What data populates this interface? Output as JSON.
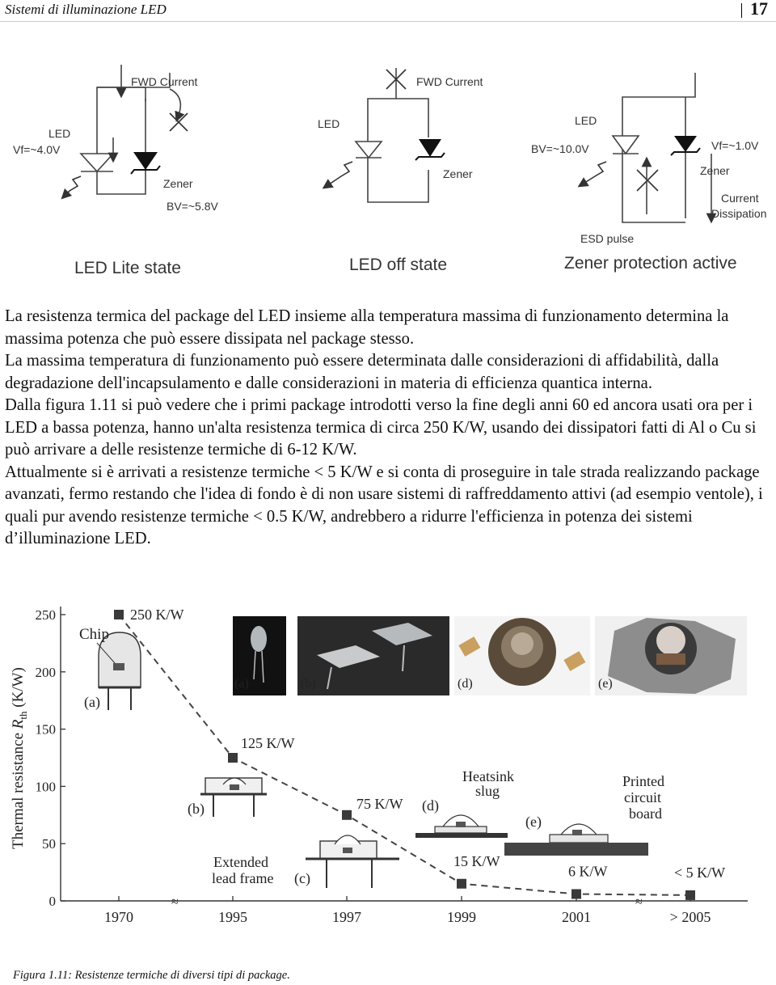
{
  "header": {
    "running_title": "Sistemi di illuminazione LED",
    "page_number": "17"
  },
  "circuit_figure": {
    "panels": [
      {
        "state_label": "LED Lite state",
        "led_label": "LED",
        "led_vf": "Vf=~4.0V",
        "current_label": "FWD Current",
        "zener_label": "Zener",
        "zener_bv": "BV=~5.8V"
      },
      {
        "state_label": "LED off state",
        "led_label": "LED",
        "current_label": "FWD Current",
        "zener_label": "Zener"
      },
      {
        "state_label": "Zener protection active",
        "led_label": "LED",
        "led_bv": "BV=~10.0V",
        "zener_vf": "Vf=~1.0V",
        "zener_label": "Zener",
        "current_label_1": "Current",
        "current_label_2": "Dissipation",
        "esd_label": "ESD pulse"
      }
    ]
  },
  "paragraphs": [
    "La resistenza termica del package del LED insieme alla temperatura massima di funzionamento determina la massima potenza che può essere dissipata nel package stesso.",
    "La massima temperatura di funzionamento può essere determinata dalle considerazioni di affidabilità, dalla degradazione dell'incapsulamento e dalle considerazioni in materia di efficienza quantica interna.",
    "Dalla figura 1.11 si può vedere che i primi package introdotti verso la fine degli anni 60 ed ancora usati ora per i LED a bassa potenza, hanno un'alta resistenza termica di circa 250 K/W, usando dei dissipatori fatti di Al o Cu si può arrivare a delle resistenze termiche di 6-12 K/W.",
    "Attualmente si è arrivati a resistenze termiche < 5 K/W e si conta di proseguire in tale strada realizzando package avanzati, fermo restando che l'idea di fondo è di non usare sistemi di raffreddamento attivi (ad esempio ventole), i quali pur avendo resistenze termiche < 0.5 K/W, andrebbero a ridurre l'efficienza in potenza dei sistemi d’illuminazione LED."
  ],
  "chart_data": {
    "type": "line",
    "ylabel_prefix": "Thermal resistance",
    "ylabel_symbol": "R",
    "ylabel_subscript": "th",
    "ylabel_unit": "(K/W)",
    "ylim": [
      0,
      250
    ],
    "yticks": [
      "0",
      "50",
      "100",
      "150",
      "200",
      "250"
    ],
    "categories": [
      "1970",
      "1995",
      "1997",
      "1999",
      "2001",
      "> 2005"
    ],
    "values": [
      250,
      125,
      75,
      15,
      6,
      5
    ],
    "point_labels": [
      "250 K/W",
      "125 K/W",
      "75 K/W",
      "15 K/W",
      "6 K/W",
      "< 5 K/W"
    ],
    "line_style": "dashed",
    "marker": "square",
    "grid": false,
    "annotations": {
      "chip": "Chip",
      "a": "(a)",
      "b": "(b)",
      "c": "(c)",
      "d": "(d)",
      "e": "(e)",
      "extended_1": "Extended",
      "extended_2": "lead frame",
      "heatsink_1": "Heatsink",
      "heatsink_2": "slug",
      "pcb_1": "Printed",
      "pcb_2": "circuit",
      "pcb_3": "board"
    },
    "photo_labels": [
      "(a)",
      "(b)",
      "(d)",
      "(e)"
    ]
  },
  "caption": "Figura 1.11: Resistenze termiche di diversi tipi di package."
}
